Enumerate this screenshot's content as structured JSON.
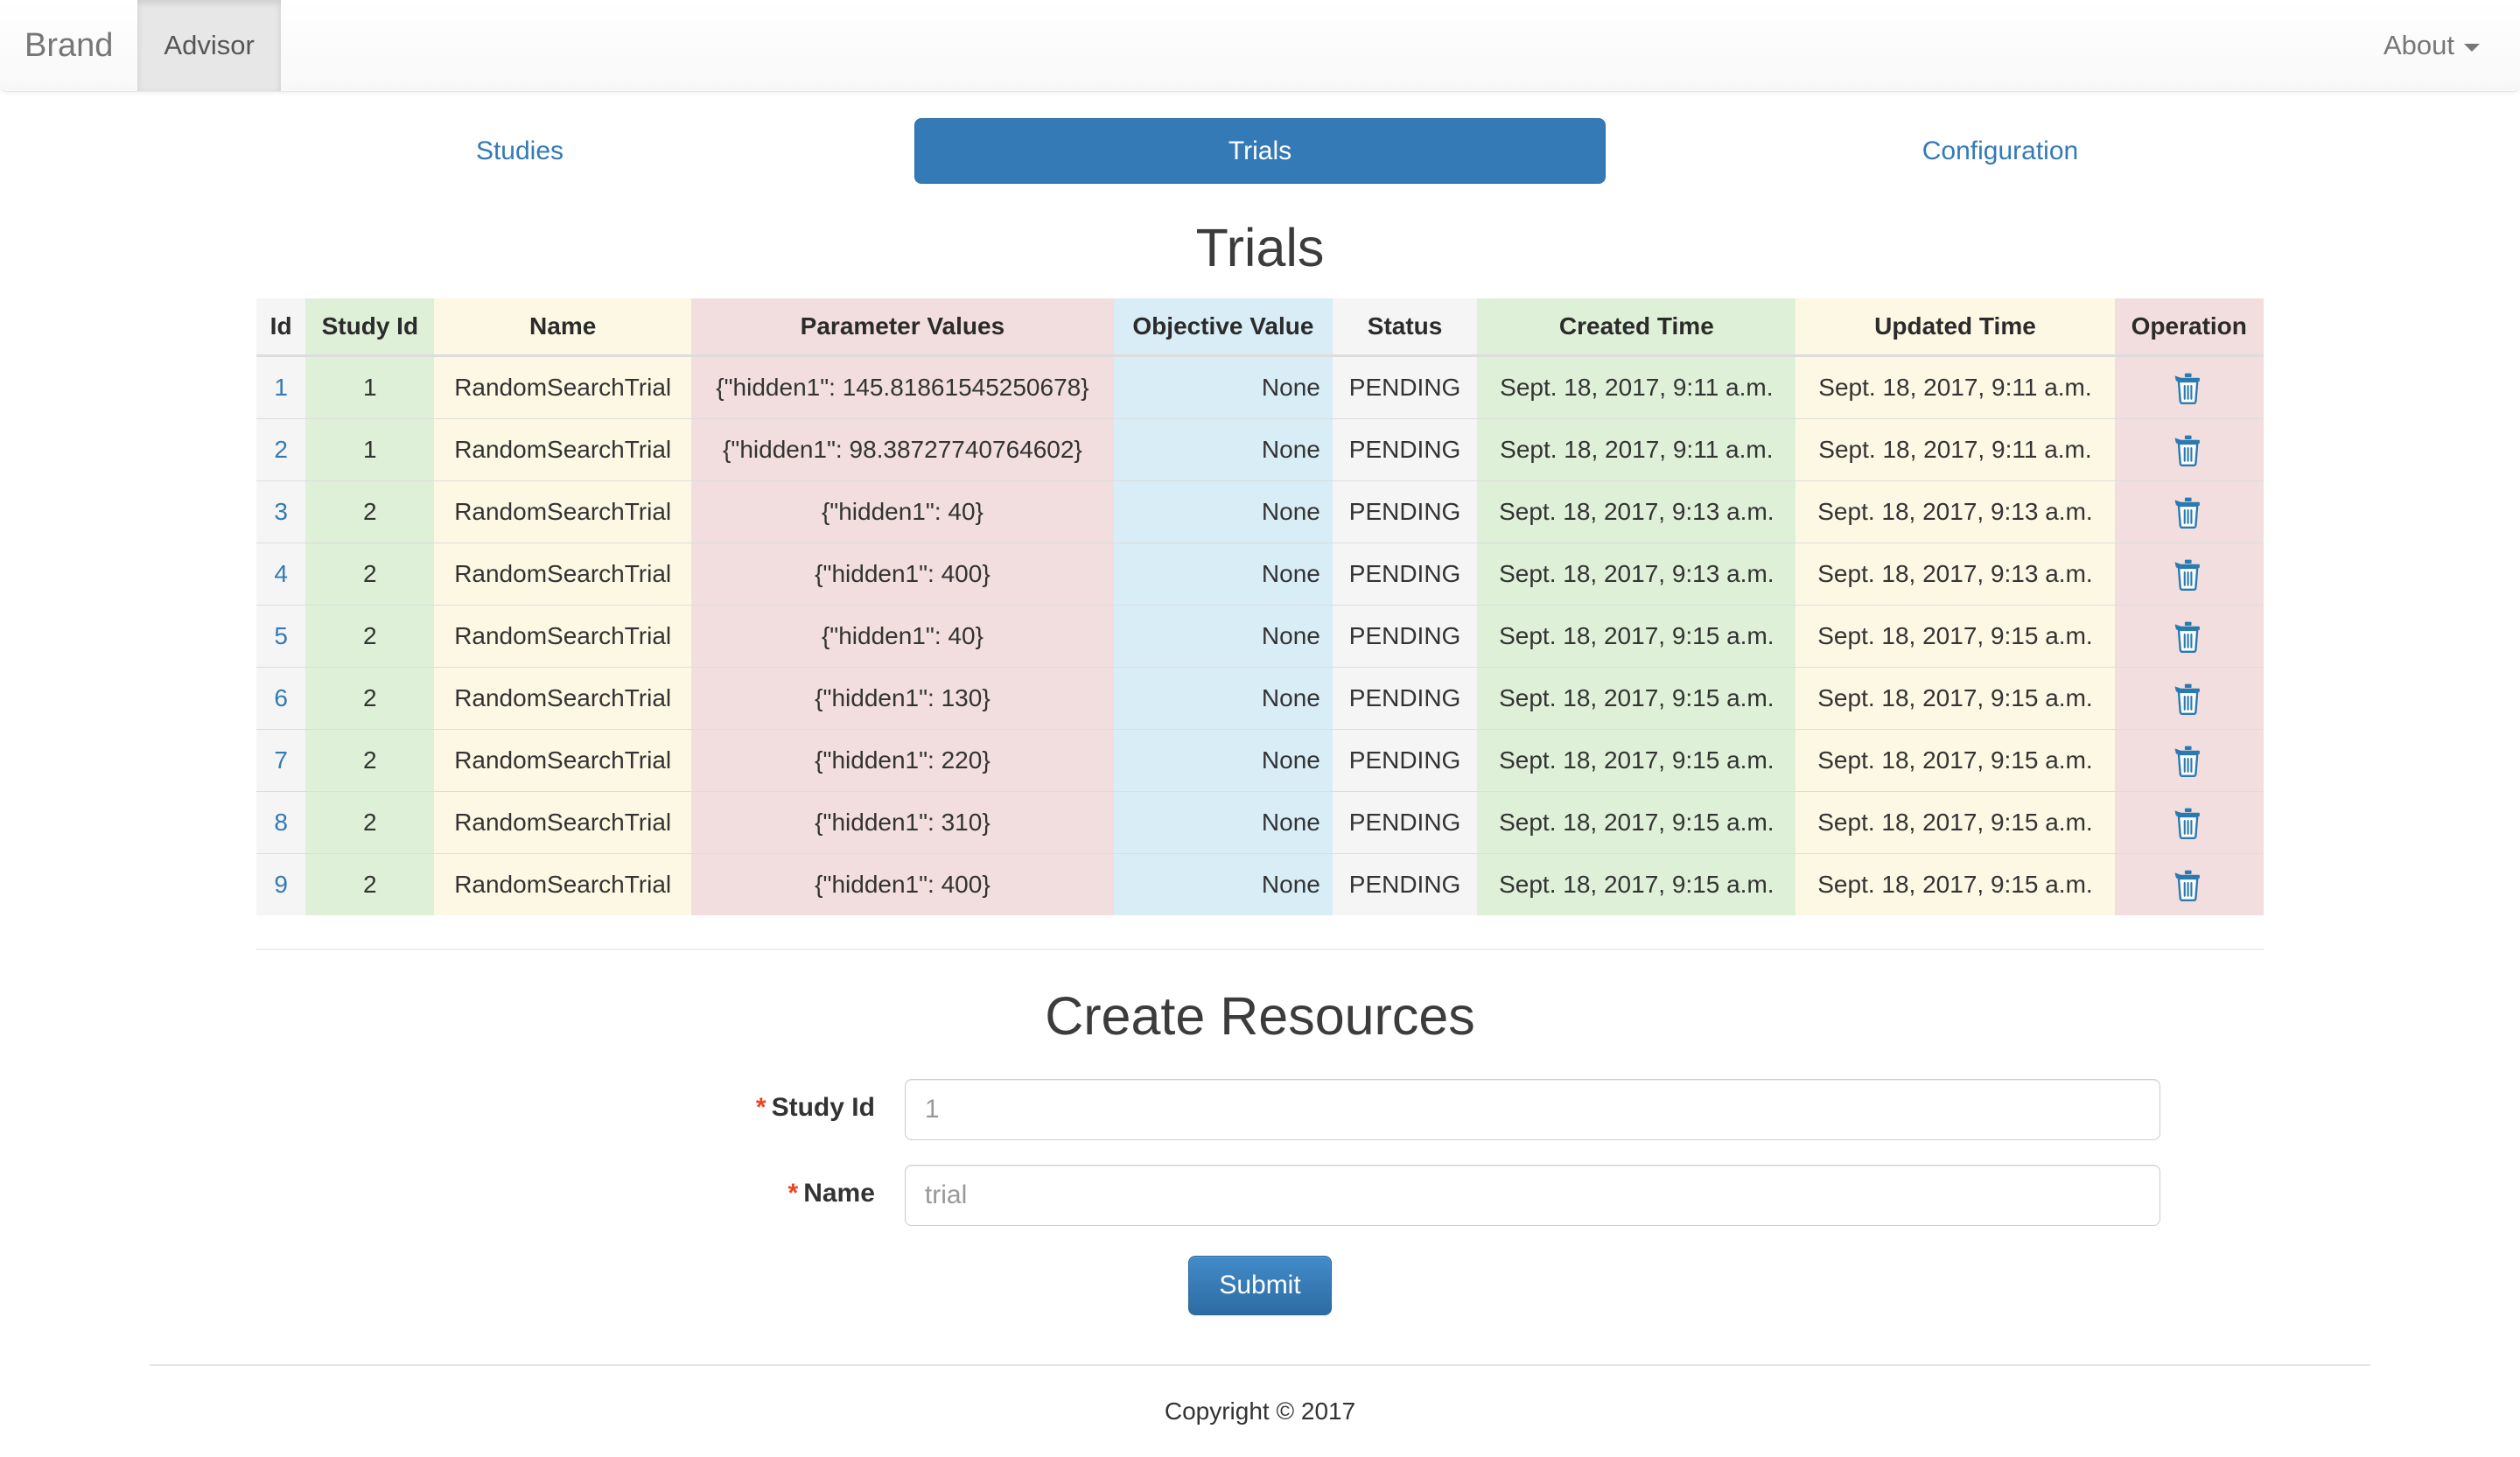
{
  "navbar": {
    "brand": "Brand",
    "items": [
      {
        "label": "Advisor",
        "active": true
      }
    ],
    "right": {
      "about_label": "About",
      "caret_icon": "caret-down-icon"
    }
  },
  "tabs": [
    {
      "label": "Studies",
      "style": "link"
    },
    {
      "label": "Trials",
      "style": "primary"
    },
    {
      "label": "Configuration",
      "style": "link"
    }
  ],
  "main": {
    "page_title": "Trials",
    "table": {
      "columns": [
        "Id",
        "Study Id",
        "Name",
        "Parameter Values",
        "Objective Value",
        "Status",
        "Created Time",
        "Updated Time",
        "Operation"
      ],
      "delete_icon": "trash-icon",
      "rows": [
        {
          "id": "1",
          "study_id": "1",
          "name": "RandomSearchTrial",
          "parameter_values": "{\"hidden1\": 145.81861545250678}",
          "objective_value": "None",
          "status": "PENDING",
          "created_time": "Sept. 18, 2017, 9:11 a.m.",
          "updated_time": "Sept. 18, 2017, 9:11 a.m."
        },
        {
          "id": "2",
          "study_id": "1",
          "name": "RandomSearchTrial",
          "parameter_values": "{\"hidden1\": 98.38727740764602}",
          "objective_value": "None",
          "status": "PENDING",
          "created_time": "Sept. 18, 2017, 9:11 a.m.",
          "updated_time": "Sept. 18, 2017, 9:11 a.m."
        },
        {
          "id": "3",
          "study_id": "2",
          "name": "RandomSearchTrial",
          "parameter_values": "{\"hidden1\": 40}",
          "objective_value": "None",
          "status": "PENDING",
          "created_time": "Sept. 18, 2017, 9:13 a.m.",
          "updated_time": "Sept. 18, 2017, 9:13 a.m."
        },
        {
          "id": "4",
          "study_id": "2",
          "name": "RandomSearchTrial",
          "parameter_values": "{\"hidden1\": 400}",
          "objective_value": "None",
          "status": "PENDING",
          "created_time": "Sept. 18, 2017, 9:13 a.m.",
          "updated_time": "Sept. 18, 2017, 9:13 a.m."
        },
        {
          "id": "5",
          "study_id": "2",
          "name": "RandomSearchTrial",
          "parameter_values": "{\"hidden1\": 40}",
          "objective_value": "None",
          "status": "PENDING",
          "created_time": "Sept. 18, 2017, 9:15 a.m.",
          "updated_time": "Sept. 18, 2017, 9:15 a.m."
        },
        {
          "id": "6",
          "study_id": "2",
          "name": "RandomSearchTrial",
          "parameter_values": "{\"hidden1\": 130}",
          "objective_value": "None",
          "status": "PENDING",
          "created_time": "Sept. 18, 2017, 9:15 a.m.",
          "updated_time": "Sept. 18, 2017, 9:15 a.m."
        },
        {
          "id": "7",
          "study_id": "2",
          "name": "RandomSearchTrial",
          "parameter_values": "{\"hidden1\": 220}",
          "objective_value": "None",
          "status": "PENDING",
          "created_time": "Sept. 18, 2017, 9:15 a.m.",
          "updated_time": "Sept. 18, 2017, 9:15 a.m."
        },
        {
          "id": "8",
          "study_id": "2",
          "name": "RandomSearchTrial",
          "parameter_values": "{\"hidden1\": 310}",
          "objective_value": "None",
          "status": "PENDING",
          "created_time": "Sept. 18, 2017, 9:15 a.m.",
          "updated_time": "Sept. 18, 2017, 9:15 a.m."
        },
        {
          "id": "9",
          "study_id": "2",
          "name": "RandomSearchTrial",
          "parameter_values": "{\"hidden1\": 400}",
          "objective_value": "None",
          "status": "PENDING",
          "created_time": "Sept. 18, 2017, 9:15 a.m.",
          "updated_time": "Sept. 18, 2017, 9:15 a.m."
        }
      ]
    },
    "create_form": {
      "title": "Create Resources",
      "required_marker": "*",
      "fields": [
        {
          "label": "Study Id",
          "value": "",
          "placeholder": "1"
        },
        {
          "label": "Name",
          "value": "",
          "placeholder": "trial"
        }
      ],
      "submit_label": "Submit"
    }
  },
  "footer": {
    "copyright": "Copyright © 2017"
  },
  "colors": {
    "primary": "#337ab7",
    "link": "#337ab7",
    "required": "#f04124",
    "col_green": "#dff0d8",
    "col_yellow": "#fcf8e3",
    "col_pink": "#f2dede",
    "col_blue": "#d9edf7",
    "col_grey": "#f5f5f5"
  }
}
